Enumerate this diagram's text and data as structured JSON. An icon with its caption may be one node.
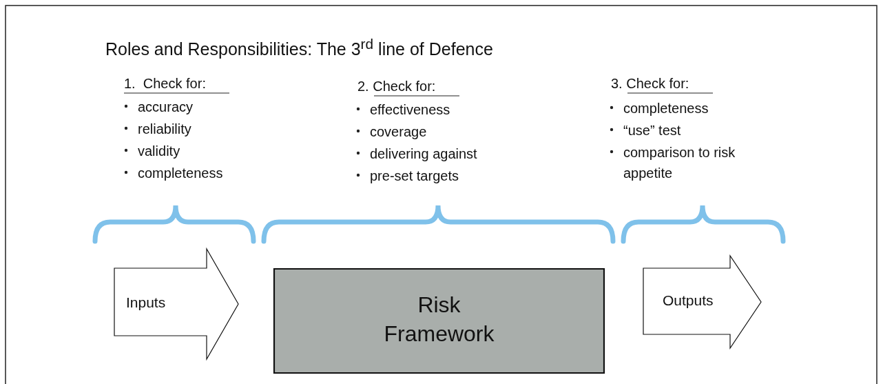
{
  "diagram": {
    "title": "Roles and Responsibilities: The 3$^{rd}$ line of Defence",
    "nodes": [
      {
        "text": [
          "Inputs"
        ]
      },
      {
        "text": [
          "Risk Framework"
        ]
      },
      {
        "text": [
          "Outputs"
        ]
      }
    ],
    "edges": [],
    "labels": [
      "1.  Check for:",
      "accuracy",
      "reliability",
      "validity",
      "completeness",
      "2. Check for:",
      "effectiveness",
      "coverage",
      "delivering against",
      "pre-set targets",
      "3. Check for:",
      "completeness",
      "“use” test",
      "comparison to risk appetite"
    ]
  }
}
